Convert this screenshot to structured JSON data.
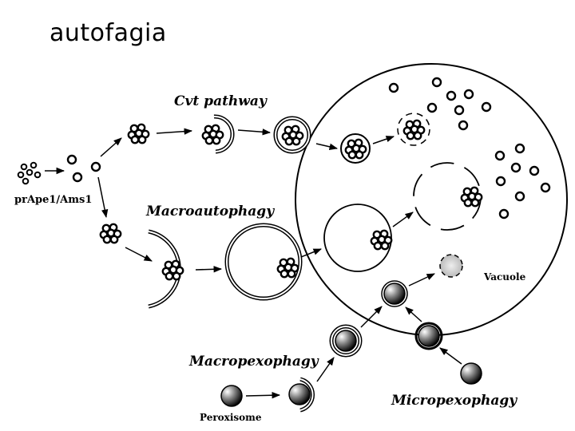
{
  "slide": {
    "title": "autofagia"
  },
  "diagram": {
    "labels": {
      "precursor": "prApe1/Ams1",
      "cvt": "Cvt pathway",
      "macroautophagy": "Macroautophagy",
      "macropexophagy": "Macropexophagy",
      "micropexophagy": "Micropexophagy",
      "peroxisome": "Peroxisome",
      "vacuole": "Vacuole"
    }
  }
}
